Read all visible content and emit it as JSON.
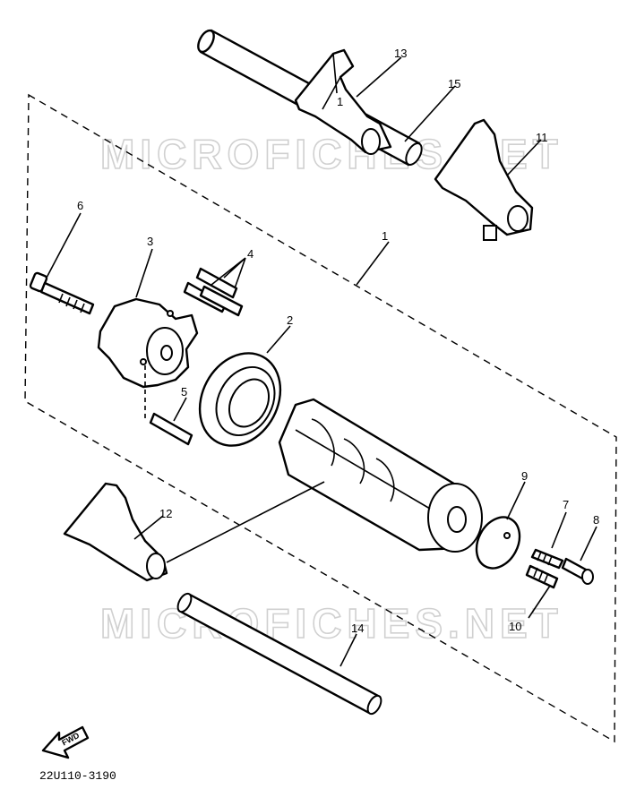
{
  "watermark": "MICROFICHES.NET",
  "diagram_code": "22U110-3190",
  "fwd_label": "FWD",
  "callouts": {
    "c1": "1",
    "c2": "2",
    "c3": "3",
    "c4": "4",
    "c5": "5",
    "c6": "6",
    "c7": "7",
    "c8": "8",
    "c9": "9",
    "c10": "10",
    "c11": "11",
    "c12": "12",
    "c13": "13",
    "c14": "14",
    "c15": "15"
  }
}
